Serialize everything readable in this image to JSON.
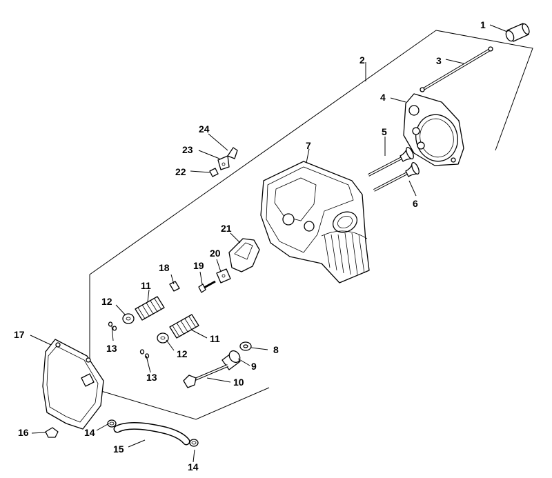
{
  "callouts": {
    "c1": "1",
    "c2": "2",
    "c3": "3",
    "c4": "4",
    "c5": "5",
    "c6": "6",
    "c7": "7",
    "c8": "8",
    "c9": "9",
    "c10": "10",
    "c11a": "11",
    "c11b": "11",
    "c12a": "12",
    "c12b": "12",
    "c13a": "13",
    "c13b": "13",
    "c14a": "14",
    "c14b": "14",
    "c15": "15",
    "c16": "16",
    "c17": "17",
    "c18": "18",
    "c19": "19",
    "c20": "20",
    "c21": "21",
    "c22": "22",
    "c23": "23",
    "c24": "24"
  }
}
